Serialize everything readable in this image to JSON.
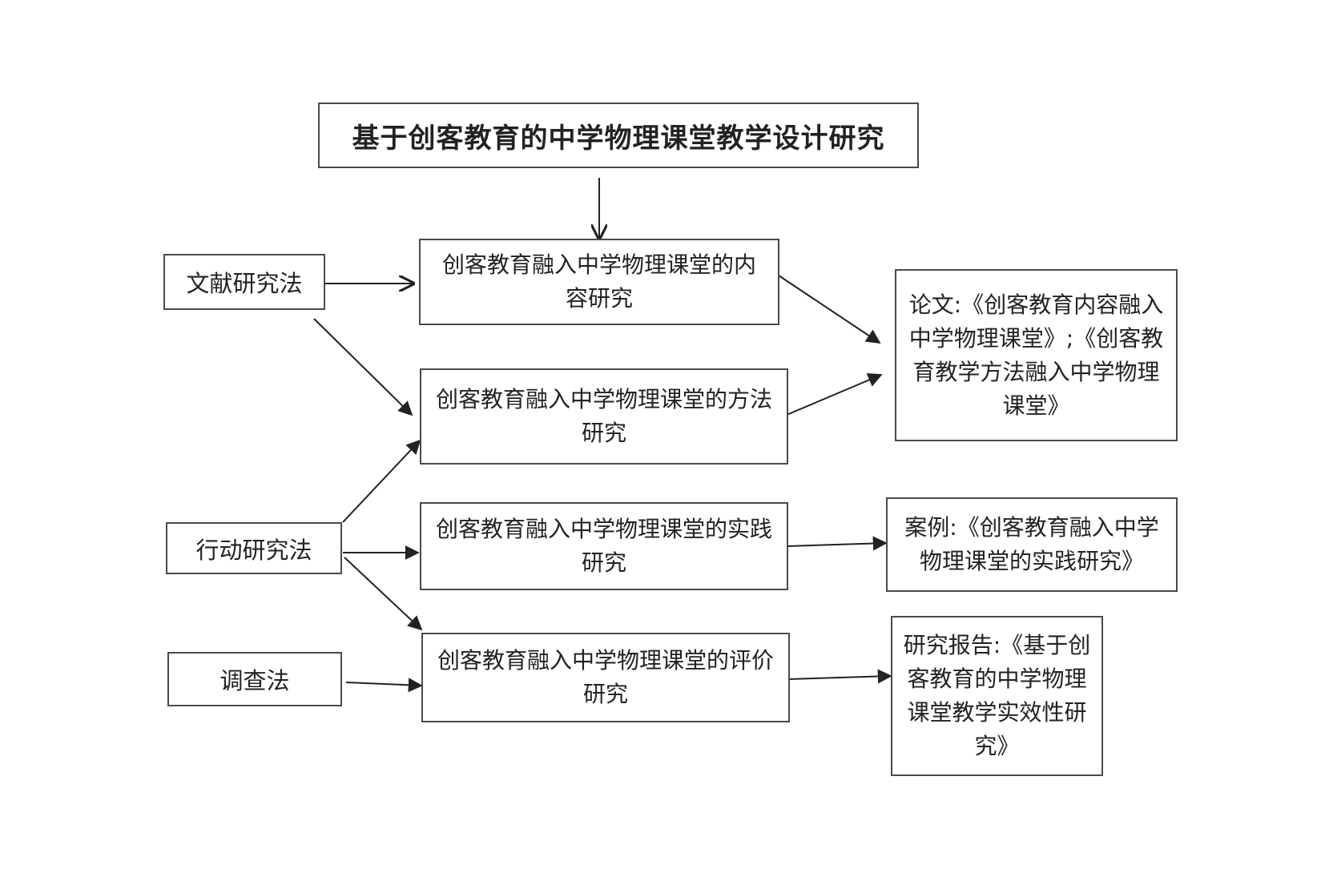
{
  "title": "基于创客教育的中学物理课堂教学设计研究",
  "methods": [
    "文献研究法",
    "行动研究法",
    "调查法"
  ],
  "studies": [
    "创客教育融入中学物理课堂的内容研究",
    "创客教育融入中学物理课堂的方法研究",
    "创客教育融入中学物理课堂的实践研究",
    "创客教育融入中学物理课堂的评价研究"
  ],
  "outputs": [
    "论文:《创客教育内容融入中学物理课堂》;《创客教育教学方法融入中学物理课堂》",
    "案例:《创客教育融入中学物理课堂的实践研究》",
    "研究报告:《基于创客教育的中学物理课堂教学实效性研究》"
  ]
}
